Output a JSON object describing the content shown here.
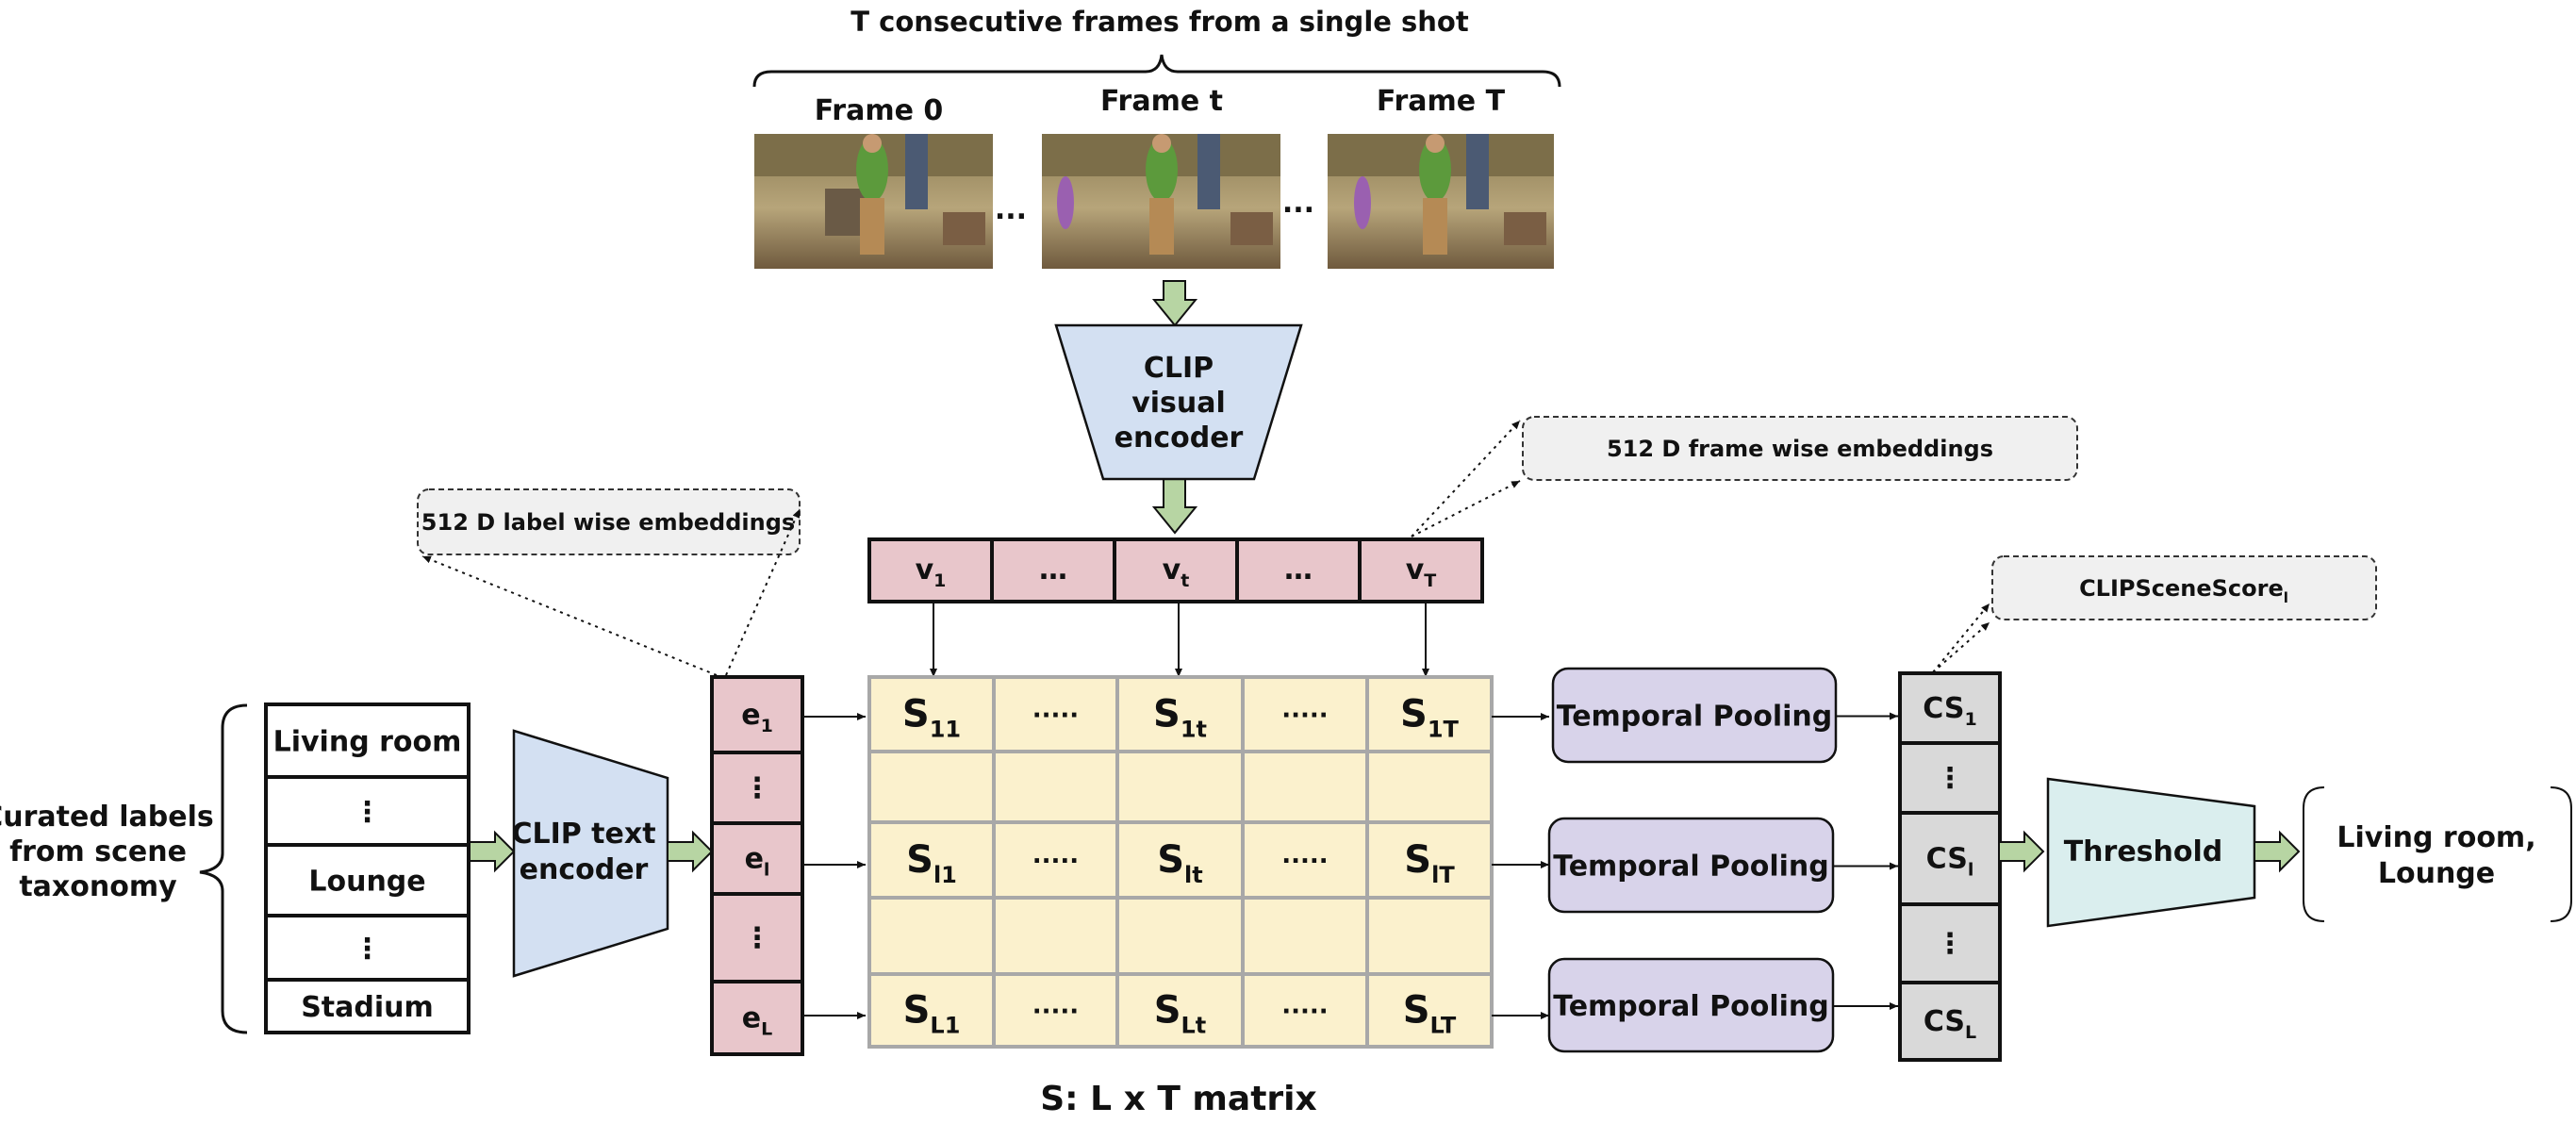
{
  "title": "T consecutive frames from a single shot",
  "frames": {
    "labels": [
      "Frame 0",
      "Frame t",
      "Frame T"
    ],
    "ellipsis": "..."
  },
  "visual_encoder": {
    "line1": "CLIP",
    "line2": "visual",
    "line3": "encoder"
  },
  "frame_embeddings_note": "512 D frame wise embeddings",
  "label_embeddings_note": "512 D label wise embeddings",
  "score_note": {
    "text": "CLIPSceneScore",
    "sub": "l"
  },
  "v_row": [
    {
      "base": "v",
      "sub": "1"
    },
    {
      "base": "…",
      "sub": ""
    },
    {
      "base": "v",
      "sub": "t"
    },
    {
      "base": "…",
      "sub": ""
    },
    {
      "base": "v",
      "sub": "T"
    }
  ],
  "labels_panel": {
    "caption_line1": "Curated labels",
    "caption_line2": "from scene",
    "caption_line3": "taxonomy",
    "items": [
      "Living room",
      "⋮",
      "Lounge",
      "⋮",
      "Stadium"
    ]
  },
  "text_encoder": {
    "line1": "CLIP text",
    "line2": "encoder"
  },
  "e_column": [
    {
      "base": "e",
      "sub": "1"
    },
    {
      "base": "⋮",
      "sub": ""
    },
    {
      "base": "e",
      "sub": "l"
    },
    {
      "base": "⋮",
      "sub": ""
    },
    {
      "base": "e",
      "sub": "L"
    }
  ],
  "matrix": {
    "caption": "S: L x T matrix",
    "rows": [
      [
        {
          "base": "S",
          "sub": "11"
        },
        {
          "base": ".....",
          "sub": ""
        },
        {
          "base": "S",
          "sub": "1t"
        },
        {
          "base": ".....",
          "sub": ""
        },
        {
          "base": "S",
          "sub": "1T"
        }
      ],
      [
        {
          "base": "",
          "sub": ""
        },
        {
          "base": "",
          "sub": ""
        },
        {
          "base": "",
          "sub": ""
        },
        {
          "base": "",
          "sub": ""
        },
        {
          "base": "",
          "sub": ""
        }
      ],
      [
        {
          "base": "S",
          "sub": "l1"
        },
        {
          "base": ".....",
          "sub": ""
        },
        {
          "base": "S",
          "sub": "lt"
        },
        {
          "base": ".....",
          "sub": ""
        },
        {
          "base": "S",
          "sub": "lT"
        }
      ],
      [
        {
          "base": "",
          "sub": ""
        },
        {
          "base": "",
          "sub": ""
        },
        {
          "base": "",
          "sub": ""
        },
        {
          "base": "",
          "sub": ""
        },
        {
          "base": "",
          "sub": ""
        }
      ],
      [
        {
          "base": "S",
          "sub": "L1"
        },
        {
          "base": ".....",
          "sub": ""
        },
        {
          "base": "S",
          "sub": "Lt"
        },
        {
          "base": ".....",
          "sub": ""
        },
        {
          "base": "S",
          "sub": "LT"
        }
      ]
    ]
  },
  "pooling": [
    "Temporal Pooling",
    "Temporal Pooling",
    "Temporal Pooling"
  ],
  "cs_column": [
    {
      "base": "CS",
      "sub": "1"
    },
    {
      "base": "⋮",
      "sub": ""
    },
    {
      "base": "CS",
      "sub": "l"
    },
    {
      "base": "⋮",
      "sub": ""
    },
    {
      "base": "CS",
      "sub": "L"
    }
  ],
  "threshold": "Threshold",
  "output": {
    "line1": "Living room,",
    "line2": "Lounge"
  },
  "colors": {
    "pink": "#e8c6cb",
    "blue": "#d3e0f2",
    "yellow": "#fbf1cd",
    "purple": "#d8d3ea",
    "gray": "#d9d9d9",
    "teal": "#daeeee",
    "arrow_green": "#b7d5a3",
    "note_bg": "#f0f0f0"
  }
}
